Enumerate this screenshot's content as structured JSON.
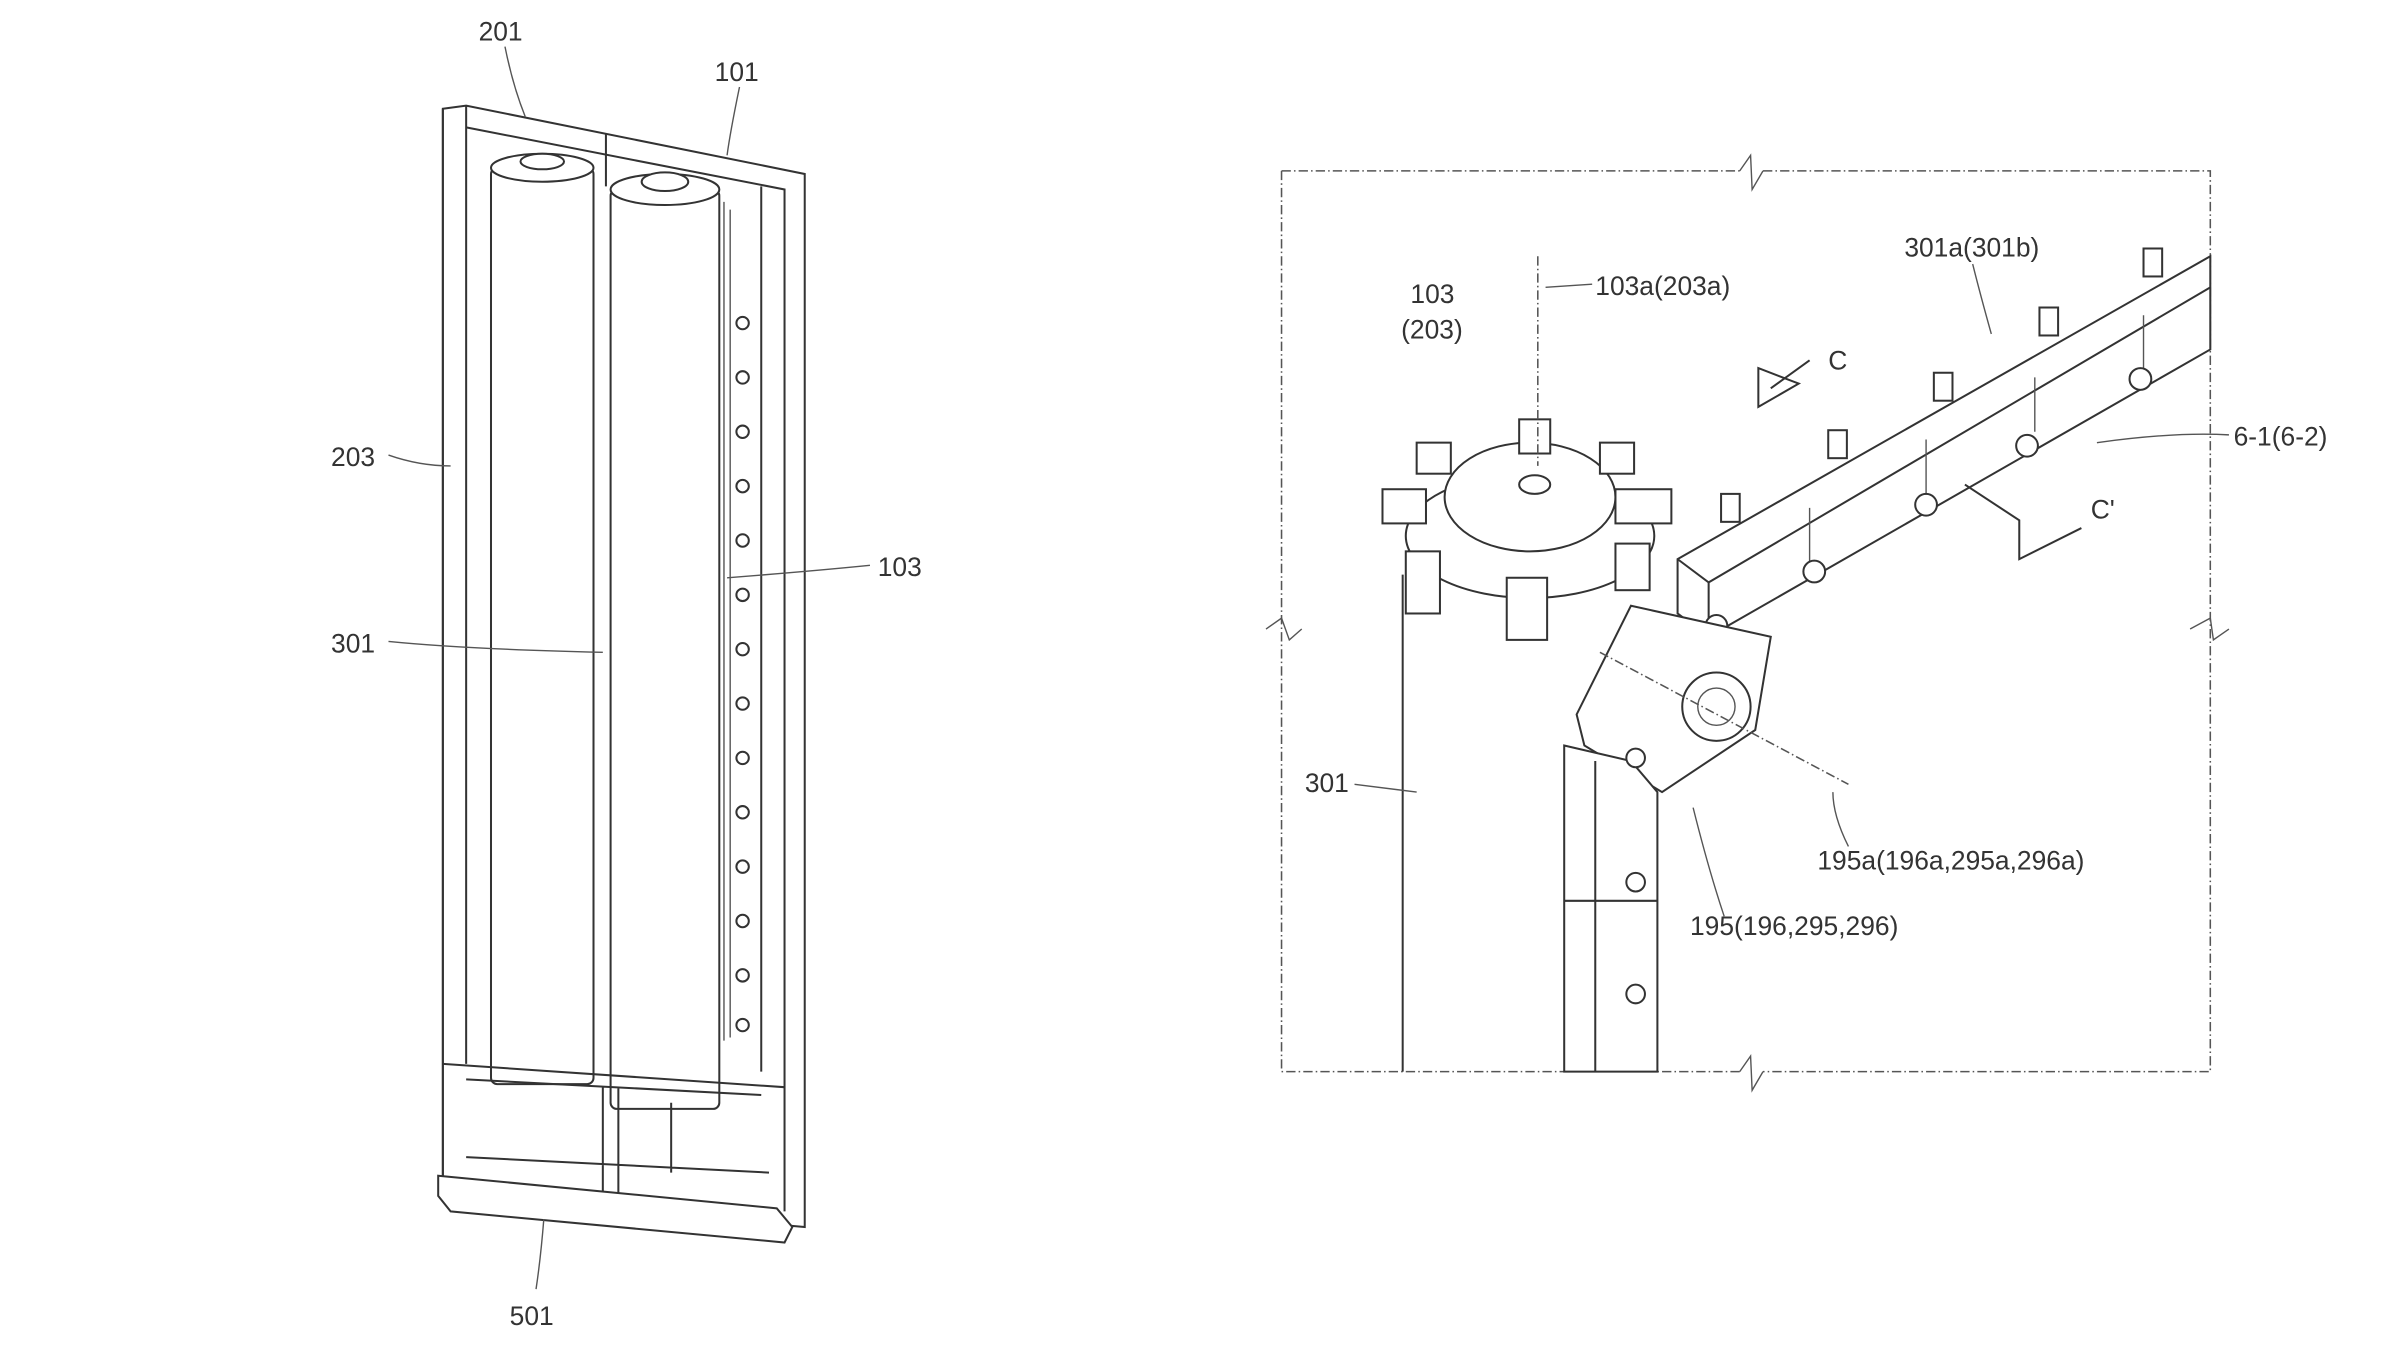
{
  "figure_left": {
    "labels": {
      "l201": "201",
      "l101": "101",
      "l203": "203",
      "l301": "301",
      "l103": "103",
      "l501": "501"
    }
  },
  "figure_right": {
    "labels": {
      "l103_203": "103",
      "l203_paren": "(203)",
      "l103a": "103a(203a)",
      "l301a": "301a(301b)",
      "lC": "C",
      "lCprime": "C'",
      "l6_1": "6-1(6-2)",
      "l301": "301",
      "l195a": "195a(196a,295a,296a)",
      "l195": "195(196,295,296)"
    }
  }
}
